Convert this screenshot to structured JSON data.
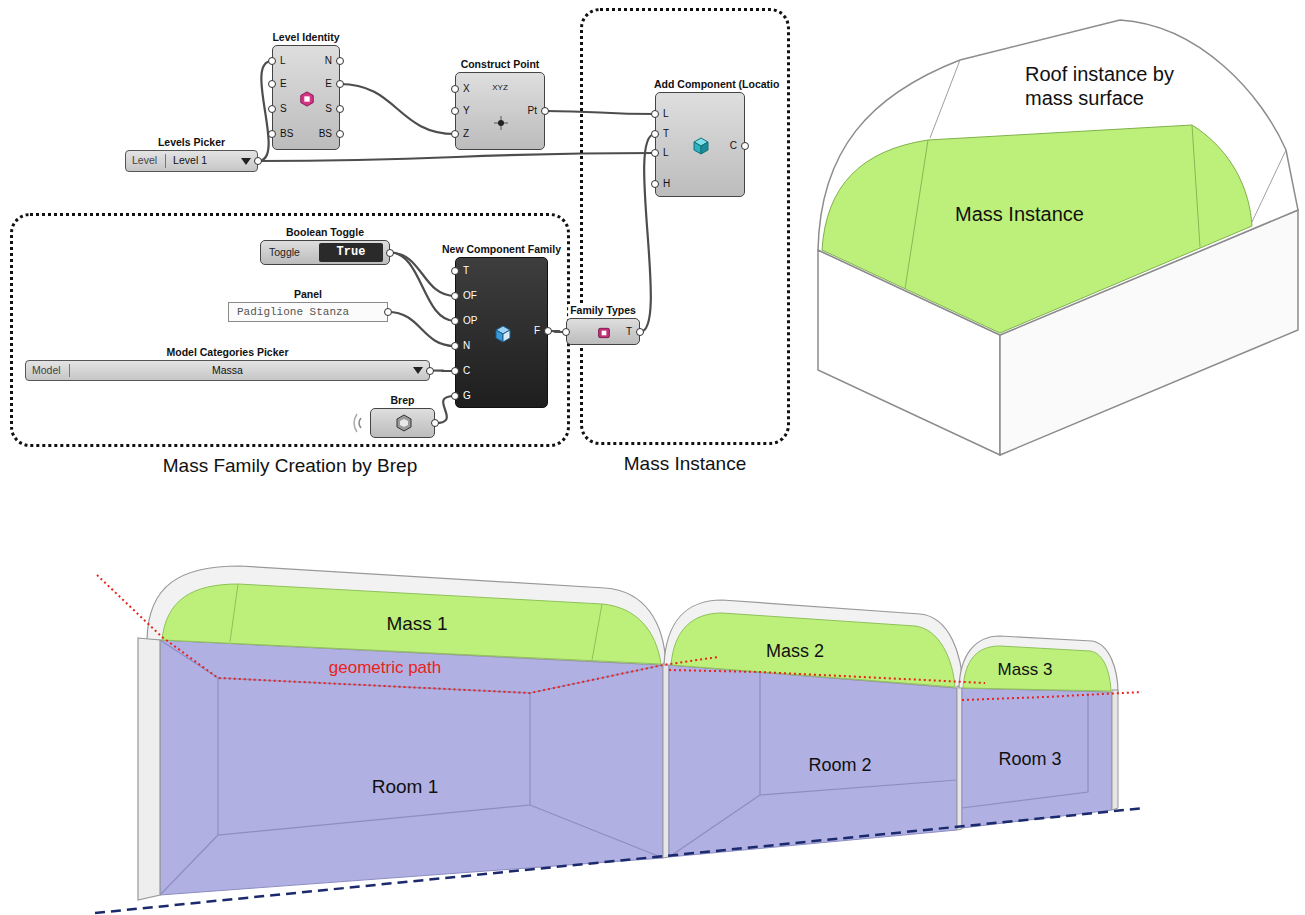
{
  "diagram": {
    "nodes": [
      {
        "text": [
          "Level Identity",
          "L",
          "E",
          "S",
          "BS",
          "N",
          "E",
          "S",
          "BS"
        ]
      },
      {
        "text": [
          "Construct Point",
          "X",
          "Y",
          "Z",
          "Pt"
        ]
      },
      {
        "text": [
          "Mass Instance"
        ]
      },
      {
        "text": [
          "Add Component (Locatio",
          "L",
          "T",
          "L",
          "H",
          "C"
        ],
        "in": 2
      },
      {
        "text": [
          "Levels Picker",
          "Level",
          "Level 1"
        ]
      },
      {
        "text": [
          "Mass Family Creation by Brep"
        ]
      },
      {
        "text": [
          "Boolean Toggle",
          "Toggle",
          "True"
        ],
        "in": 5
      },
      {
        "text": [
          "New Component Family",
          "T",
          "OF",
          "OP",
          "N",
          "C",
          "G",
          "F"
        ],
        "in": 5
      },
      {
        "text": [
          "Panel",
          "Padiglione Stanza"
        ],
        "in": 5
      },
      {
        "text": [
          "Model Categories Picker",
          "Model",
          "Massa"
        ],
        "in": 5
      },
      {
        "text": [
          "Brep"
        ],
        "in": 5
      },
      {
        "text": [
          "Family Types",
          "T"
        ]
      }
    ],
    "edges": [
      {
        "from": 4,
        "to": 0,
        "arrow": "none"
      },
      {
        "from": 4,
        "to": 3,
        "arrow": "none"
      },
      {
        "from": 0,
        "to": 1,
        "arrow": "none"
      },
      {
        "from": 1,
        "to": 3,
        "arrow": "none"
      },
      {
        "from": 11,
        "to": 3,
        "arrow": "none"
      },
      {
        "from": 6,
        "to": 7,
        "arrow": "none"
      },
      {
        "from": 6,
        "to": 7,
        "arrow": "none"
      },
      {
        "from": 8,
        "to": 7,
        "arrow": "none"
      },
      {
        "from": 9,
        "to": 7,
        "arrow": "none"
      },
      {
        "from": 10,
        "to": 7,
        "arrow": "none"
      },
      {
        "from": 7,
        "to": 11,
        "arrow": "none"
      }
    ],
    "labels": [
      "Roof instance by mass surface",
      "Mass Instance",
      "Mass 1",
      "Mass 2",
      "Mass 3",
      "geometric path",
      "Room 1",
      "Room 2",
      "Room 3",
      "XYZ"
    ]
  }
}
